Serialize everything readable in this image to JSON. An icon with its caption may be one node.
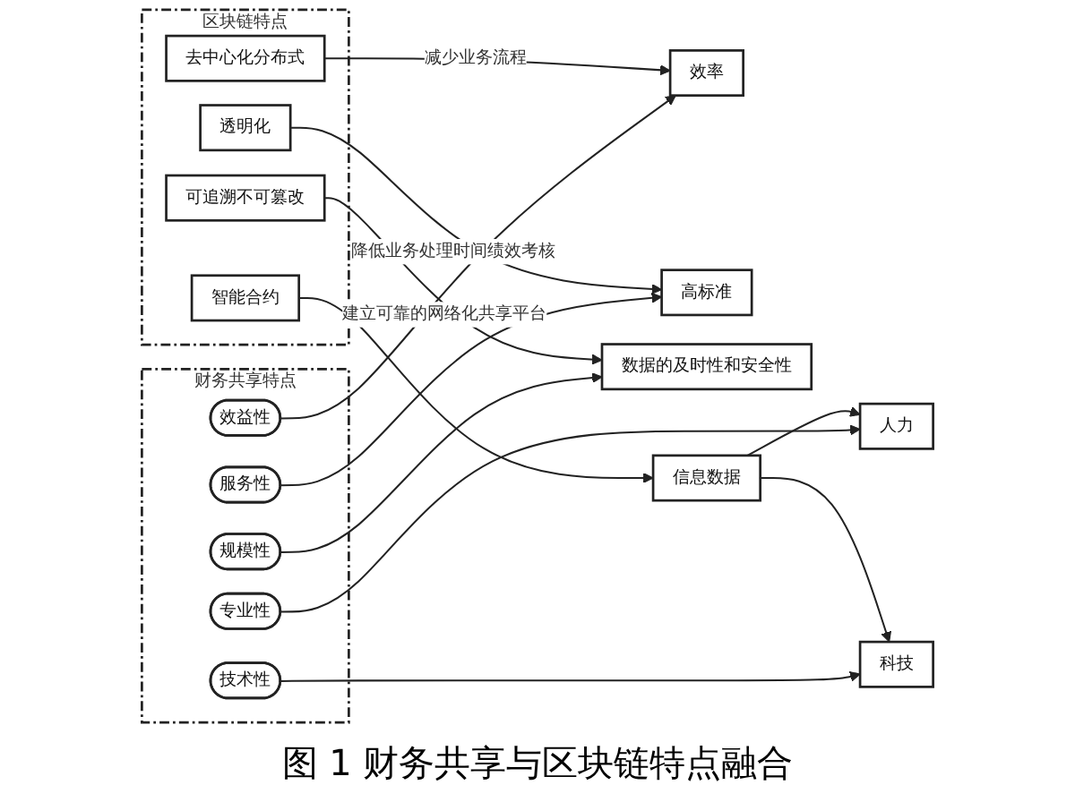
{
  "diagram": {
    "caption": "图 1 财务共享与区块链特点融合",
    "nodes": [
      {
        "text": [
          "财务共享特点"
        ]
      },
      {
        "text": [
          "专业性"
        ],
        "in": 0
      },
      {
        "text": [
          "技术性"
        ],
        "in": 0
      },
      {
        "text": [
          "效益性"
        ],
        "in": 0
      },
      {
        "text": [
          "服务性"
        ],
        "in": 0
      },
      {
        "text": [
          "规模性"
        ],
        "in": 0
      },
      {
        "text": [
          "人力"
        ]
      },
      {
        "text": [
          "科技"
        ]
      },
      {
        "text": [
          "效率"
        ]
      },
      {
        "text": [
          "高标准"
        ]
      },
      {
        "text": [
          "数据的及时性和安全性"
        ]
      },
      {
        "text": [
          "信息数据"
        ]
      },
      {
        "text": [
          "区块链特点"
        ]
      },
      {
        "text": [
          "智能合约"
        ],
        "in": 12
      },
      {
        "text": [
          "去中心化分布式"
        ],
        "in": 12
      },
      {
        "text": [
          "透明化"
        ],
        "in": 12
      },
      {
        "text": [
          "可追溯不可篡改"
        ],
        "in": 12
      }
    ],
    "edges": [
      {
        "from": 1,
        "to": 6,
        "arrow": "to"
      },
      {
        "from": 2,
        "to": 7,
        "arrow": "to"
      },
      {
        "from": 3,
        "to": 8,
        "arrow": "to"
      },
      {
        "from": 4,
        "to": 9,
        "arrow": "to"
      },
      {
        "from": 5,
        "to": 10,
        "arrow": "to"
      },
      {
        "from": 13,
        "to": 11,
        "arrow": "to"
      },
      {
        "from": 11,
        "to": 6,
        "arrow": "to"
      },
      {
        "from": 11,
        "to": 7,
        "arrow": "to"
      },
      {
        "from": 14,
        "to": 8,
        "arrow": "to",
        "label": "减少业务流程"
      },
      {
        "from": 15,
        "to": 9,
        "arrow": "to",
        "label": "降低业务处理时间绩效考核"
      },
      {
        "from": 16,
        "to": 10,
        "arrow": "to",
        "label": "建立可靠的网络化共享平台"
      }
    ]
  }
}
